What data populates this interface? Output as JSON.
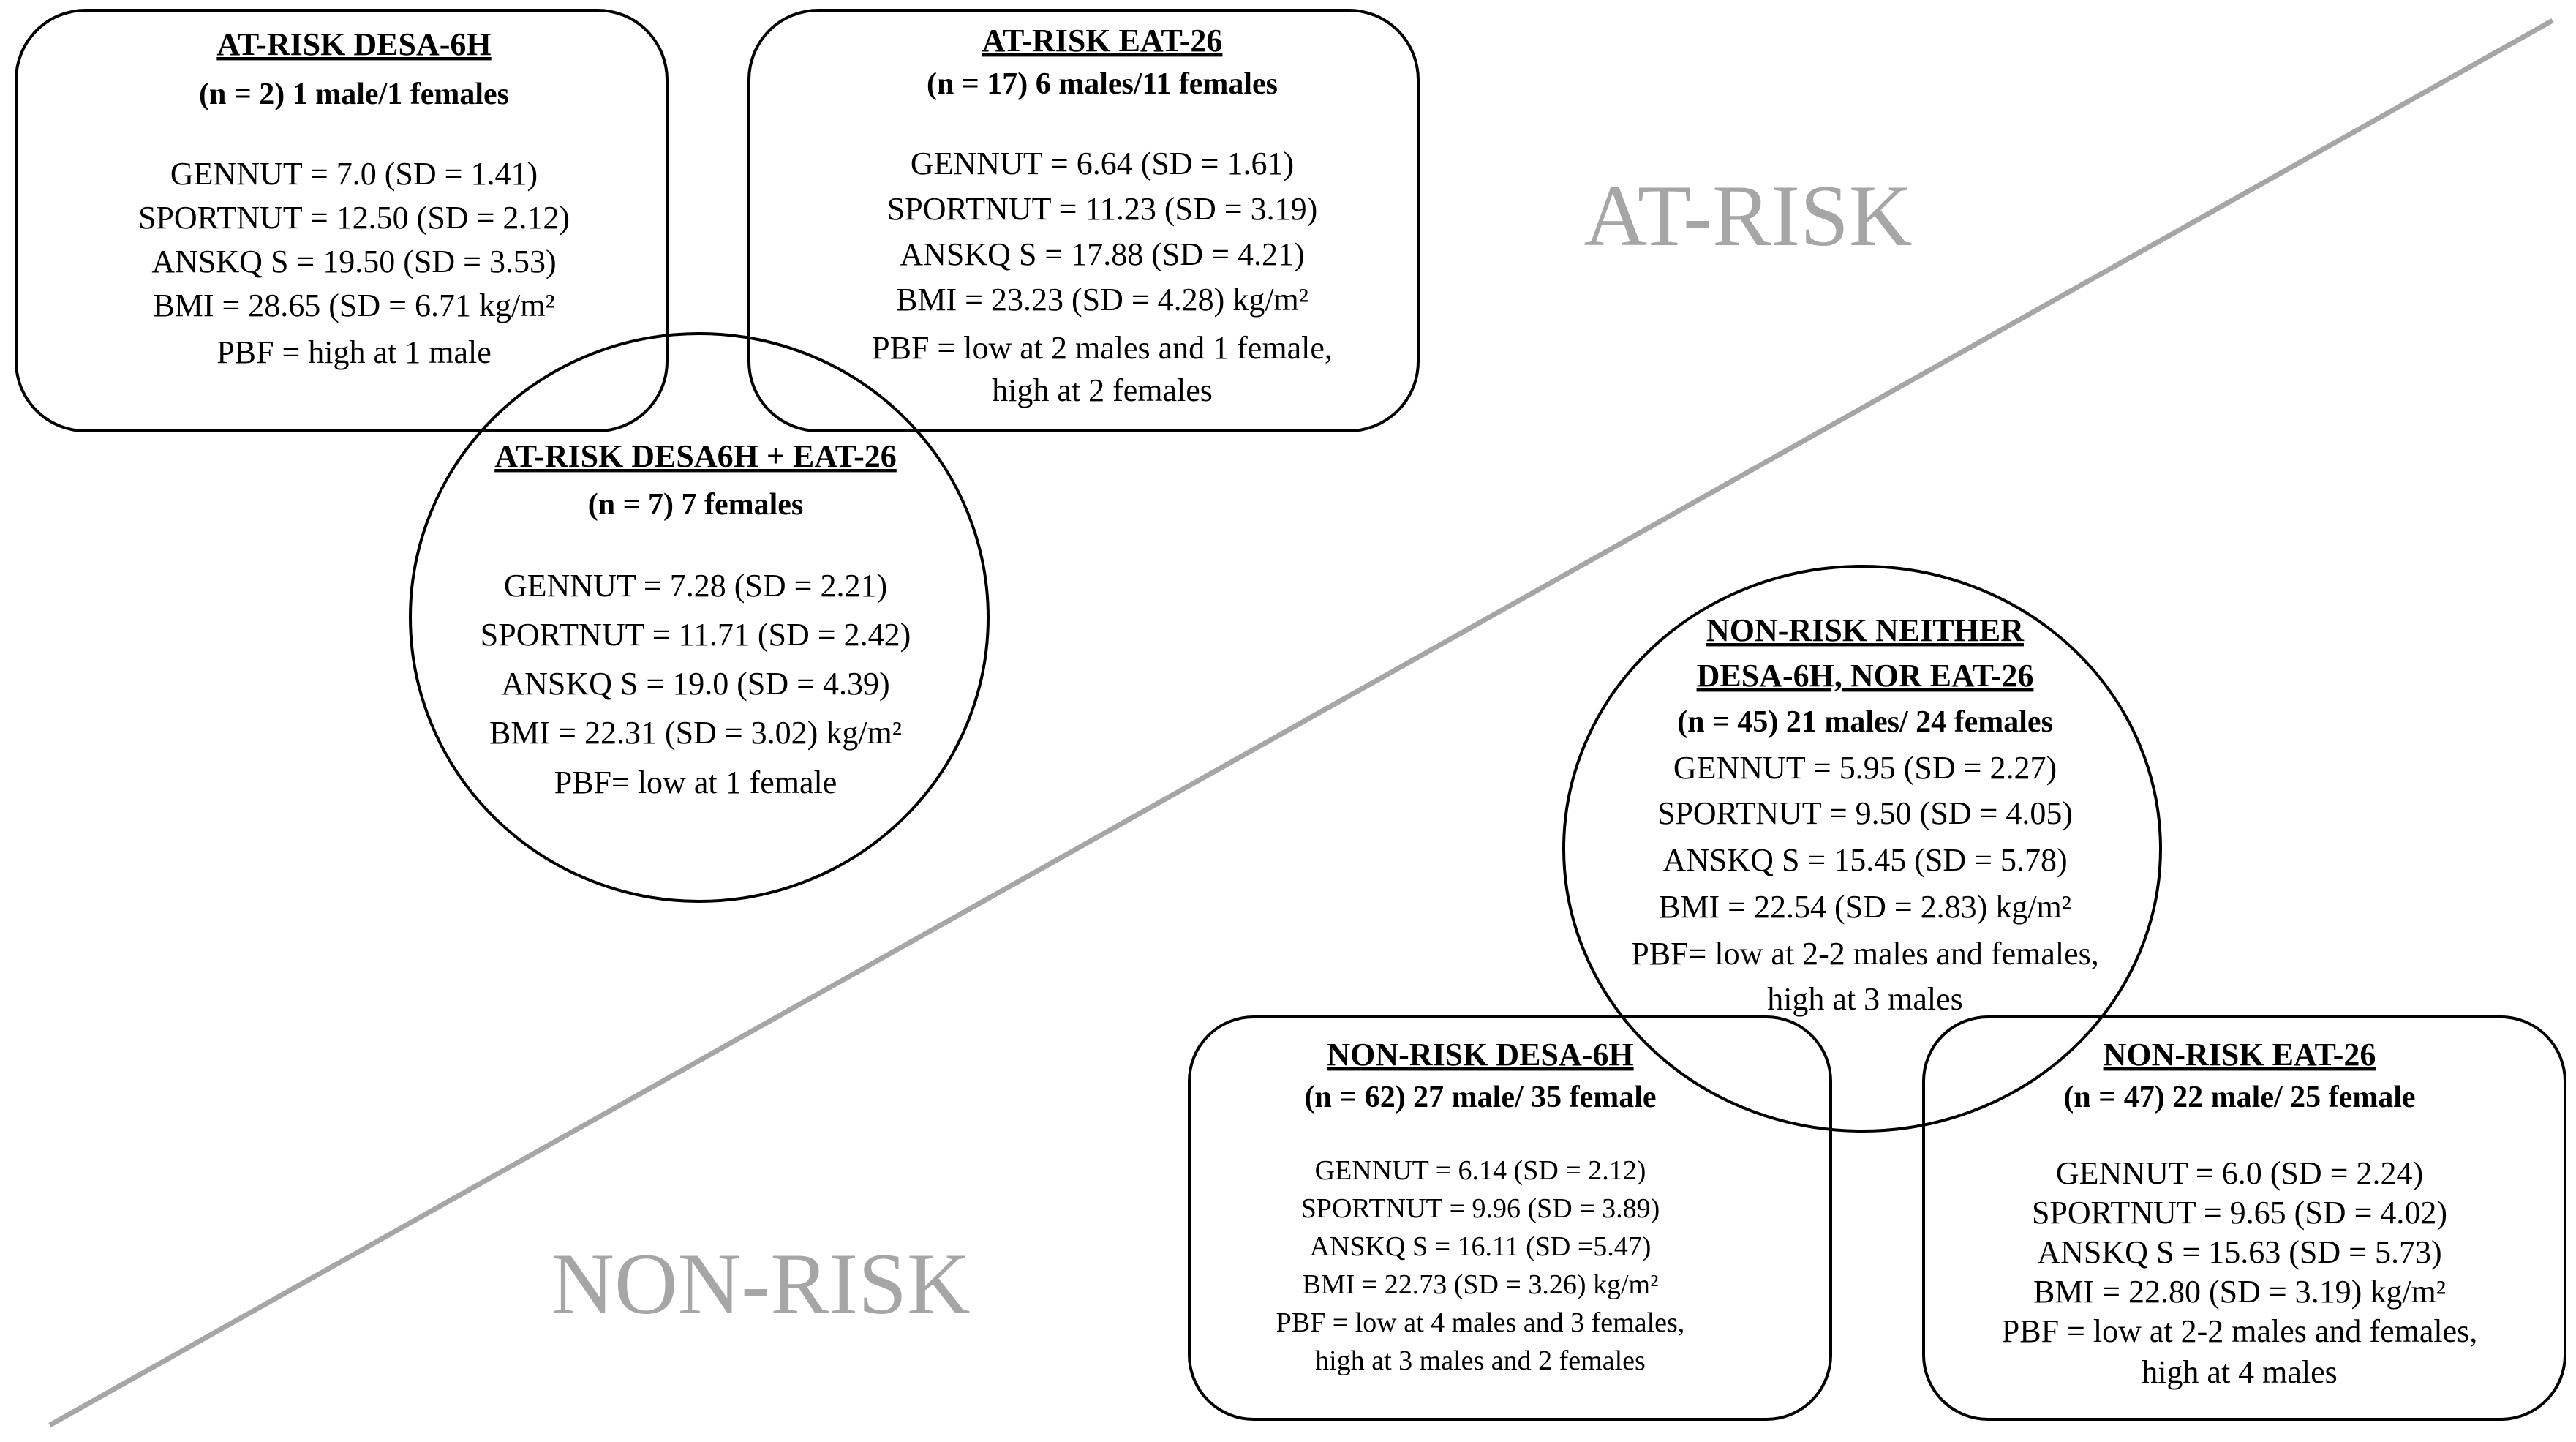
{
  "regions": {
    "at_risk": "AT-RISK",
    "non_risk": "NON-RISK"
  },
  "colors": {
    "divider": "#a6a6a6",
    "region_label": "#a6a6a6",
    "border": "#000000"
  },
  "boxes": {
    "at_risk_desa": {
      "title": "AT-RISK DESA-6H",
      "count": "(n = 2) 1 male/1 females",
      "lines": [
        "GENNUT = 7.0 (SD = 1.41)",
        "SPORTNUT = 12.50 (SD = 2.12)",
        "ANSKQ S = 19.50 (SD = 3.53)",
        "BMI = 28.65 (SD = 6.71 kg/m²",
        "PBF = high at 1 male"
      ]
    },
    "at_risk_eat": {
      "title": "AT-RISK EAT-26",
      "count": "(n = 17) 6 males/11 females",
      "lines": [
        "GENNUT = 6.64 (SD = 1.61)",
        "SPORTNUT = 11.23 (SD = 3.19)",
        "ANSKQ S = 17.88 (SD = 4.21)",
        "BMI = 23.23 (SD = 4.28) kg/m²",
        "PBF = low at 2 males and 1 female,",
        "high at 2 females"
      ]
    },
    "at_risk_both": {
      "title": "AT-RISK DESA6H + EAT-26",
      "count": "(n = 7) 7 females",
      "lines": [
        "GENNUT = 7.28 (SD = 2.21)",
        "SPORTNUT = 11.71 (SD = 2.42)",
        "ANSKQ S = 19.0 (SD = 4.39)",
        "BMI = 22.31 (SD = 3.02) kg/m²",
        "PBF= low at 1 female"
      ]
    },
    "non_risk_neither": {
      "title_lines": [
        "NON-RISK NEITHER",
        "DESA-6H, NOR EAT-26"
      ],
      "count": "(n = 45) 21 males/ 24 females",
      "lines": [
        "GENNUT = 5.95 (SD = 2.27)",
        "SPORTNUT = 9.50 (SD = 4.05)",
        "ANSKQ S = 15.45 (SD = 5.78)",
        "BMI = 22.54 (SD = 2.83) kg/m²",
        "PBF= low at 2-2 males and females,",
        "high at 3 males"
      ]
    },
    "non_risk_desa": {
      "title": "NON-RISK DESA-6H",
      "count": "(n = 62) 27 male/ 35 female",
      "lines": [
        "GENNUT = 6.14 (SD = 2.12)",
        "SPORTNUT = 9.96 (SD = 3.89)",
        "ANSKQ S = 16.11 (SD =5.47)",
        "BMI = 22.73 (SD = 3.26) kg/m²",
        "PBF = low at 4 males and 3 females,",
        "high at 3 males and 2 females"
      ]
    },
    "non_risk_eat": {
      "title": "NON-RISK EAT-26",
      "count": "(n = 47) 22 male/ 25 female",
      "lines": [
        "GENNUT = 6.0 (SD = 2.24)",
        "SPORTNUT = 9.65 (SD = 4.02)",
        "ANSKQ S = 15.63 (SD = 5.73)",
        "BMI = 22.80 (SD = 3.19) kg/m²",
        "PBF = low at 2-2 males and females,",
        "high at 4 males"
      ]
    }
  }
}
